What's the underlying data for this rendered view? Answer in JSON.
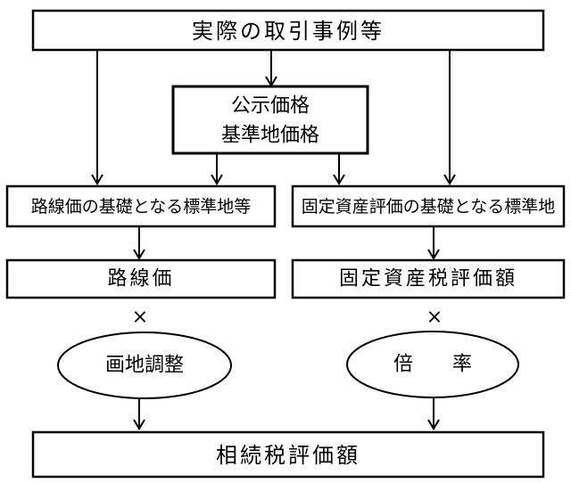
{
  "diagram": {
    "top_box": "実際の取引事例等",
    "public_price_line1": "公示価格",
    "public_price_line2": "基準地価格",
    "left_standard": "路線価の基礎となる標準地等",
    "right_standard": "固定資産評価の基礎となる標準地",
    "left_route_price": "路線価",
    "right_fixed_value": "固定資産税評価額",
    "left_multiply": "×",
    "right_multiply": "×",
    "left_adjust": "画地調整",
    "right_ratio": "倍　　率",
    "bottom_box": "相続税評価額"
  }
}
